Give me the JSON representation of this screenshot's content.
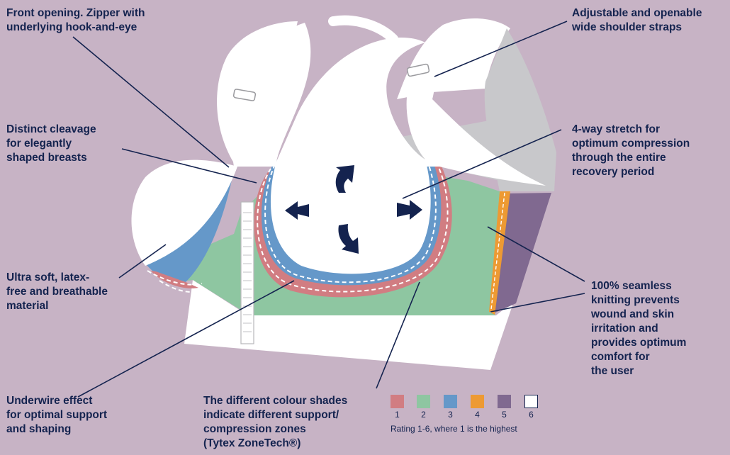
{
  "callouts": {
    "front_opening": "Front opening. Zipper with\nunderlying hook-and-eye",
    "straps": "Adjustable and openable\nwide shoulder straps",
    "cleavage": "Distinct cleavage\nfor elegantly\nshaped breasts",
    "stretch": "4-way stretch for\noptimum compression\nthrough the entire\nrecovery period",
    "material": "Ultra soft, latex-\nfree and breathable\nmaterial",
    "seamless": "100% seamless\nknitting prevents\nwound and skin\nirritation and\nprovides optimum\ncomfort for\nthe user",
    "underwire": "Underwire effect\nfor optimal support\nand shaping",
    "zones": "The different colour shades\nindicate different support/\ncompression zones\n(Tytex ZoneTech®)"
  },
  "legend": {
    "items": [
      {
        "label": "1",
        "color": "#d17d82"
      },
      {
        "label": "2",
        "color": "#8ec6a1"
      },
      {
        "label": "3",
        "color": "#6598c9"
      },
      {
        "label": "4",
        "color": "#ed9a33"
      },
      {
        "label": "5",
        "color": "#806990"
      },
      {
        "label": "6",
        "color": "#ffffff"
      }
    ],
    "caption": "Rating 1-6, where 1 is the highest"
  },
  "colors": {
    "background": "#c7b3c5",
    "text": "#14234f",
    "arrow": "#14234f",
    "garment": "#ffffff",
    "strap_shadow": "#c8c8cb"
  }
}
